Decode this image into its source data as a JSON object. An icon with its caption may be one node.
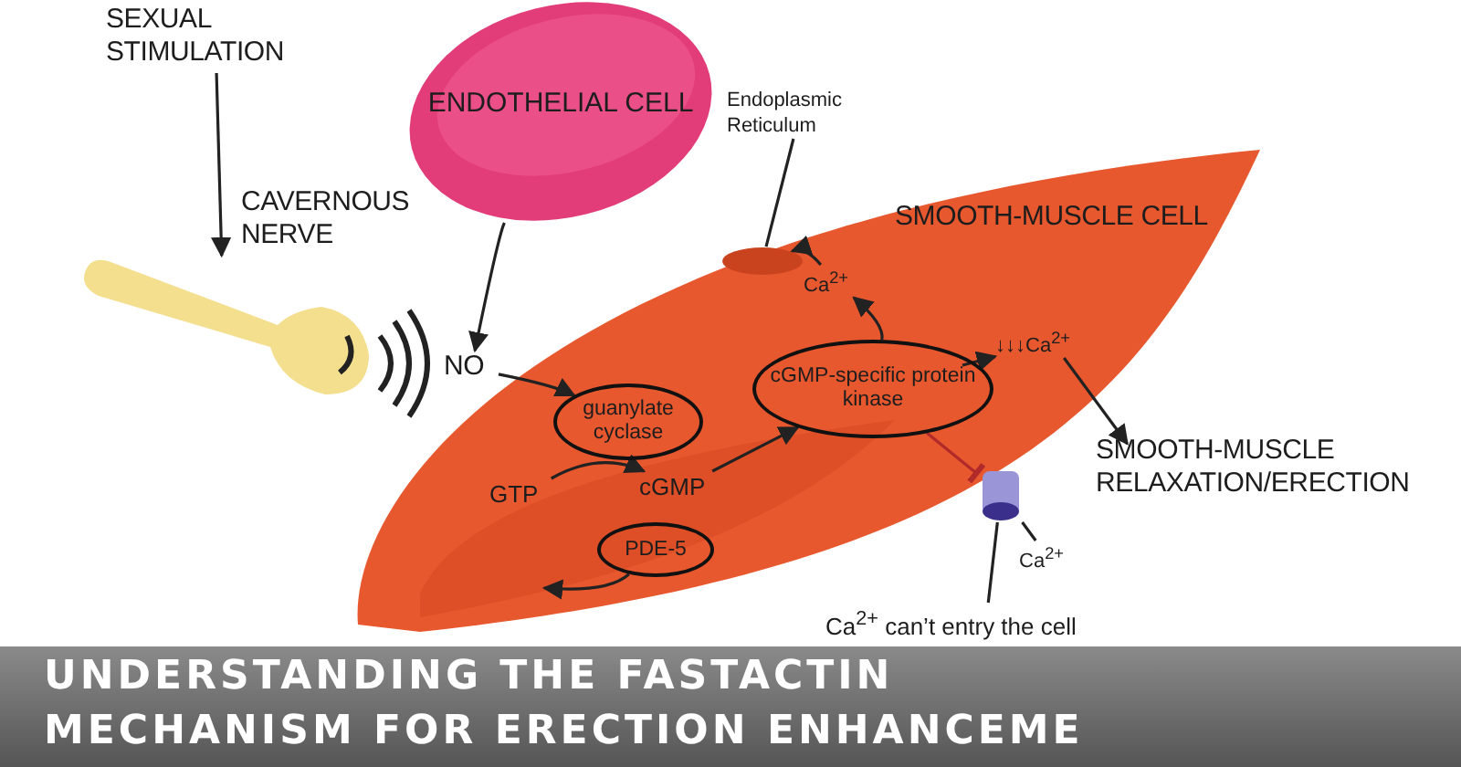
{
  "diagram": {
    "title": "UNDERSTANDING THE FASTACTIN MECHANISM FOR ERECTION ENHANCEME",
    "nodes": [
      {
        "text": [
          "SEXUAL STIMULATION"
        ]
      },
      {
        "text": [],
        "shape": "picture",
        "beside": [
          "CAVERNOUS NERVE"
        ]
      },
      {
        "text": [
          "ENDOTHELIAL CELL"
        ]
      },
      {
        "text": [
          "NO"
        ]
      },
      {
        "text": [
          "SMOOTH-MUSCLE CELL"
        ]
      },
      {
        "text": [
          "Endoplasmic Reticulum"
        ]
      },
      {
        "text": [],
        "shape": "circle",
        "in": 4
      },
      {
        "text": [
          "guanylate cyclase"
        ],
        "in": 4
      },
      {
        "text": [
          "GTP"
        ],
        "in": 4
      },
      {
        "text": [
          "cGMP"
        ],
        "in": 4
      },
      {
        "text": [
          "cGMP-specific protein kinase"
        ],
        "in": 4
      },
      {
        "text": [
          "Ca$^{2+}$"
        ],
        "in": 4
      },
      {
        "text": [
          "↓↓↓Ca$^{2+}$"
        ],
        "in": 4
      },
      {
        "text": [
          "SMOOTH-MUSCLE RELAXATION/ERECTION"
        ]
      },
      {
        "text": [
          "PDE-5"
        ],
        "in": 4
      },
      {
        "text": [],
        "shape": "cylinder"
      },
      {
        "text": [
          "Ca$^{2+}$"
        ]
      },
      {
        "text": [
          "Ca$^{2+}$ can’t entry the cell"
        ]
      }
    ],
    "edges": [
      {
        "from": 0,
        "to": 1,
        "arrow": "to"
      },
      {
        "from": 2,
        "to": 3,
        "arrow": "to"
      },
      {
        "from": 5,
        "to": 6,
        "arrow": "none"
      },
      {
        "from": 3,
        "to": 7,
        "arrow": "to"
      },
      {
        "from": 8,
        "to": 9,
        "arrow": "to"
      },
      {
        "from": 9,
        "to": 10,
        "arrow": "to"
      },
      {
        "from": 10,
        "to": 11,
        "arrow": "to"
      },
      {
        "from": 11,
        "to": 6,
        "arrow": "to"
      },
      {
        "from": 10,
        "to": 12,
        "arrow": "to"
      },
      {
        "from": 12,
        "to": 13,
        "arrow": "to"
      },
      {
        "from": 14,
        "to": null,
        "arrow": "to"
      },
      {
        "from": 10,
        "to": 15,
        "arrow": "other",
        "color": "#b02a2a"
      },
      {
        "from": 15,
        "to": 16,
        "arrow": "none"
      },
      {
        "from": 17,
        "to": 15,
        "arrow": "none"
      }
    ]
  }
}
